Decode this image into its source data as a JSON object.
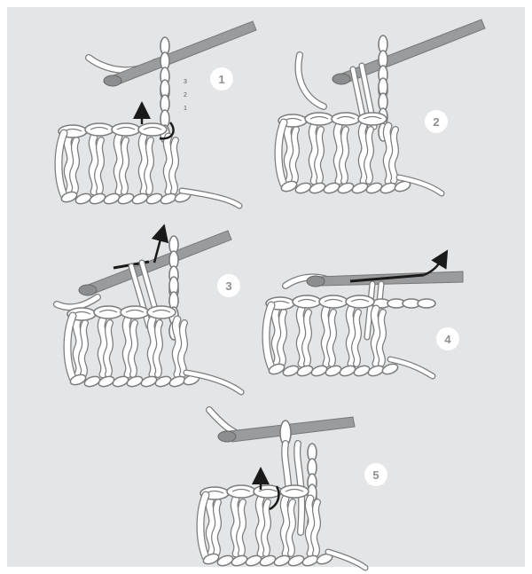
{
  "steps": [
    {
      "number": "1",
      "chain_counts": [
        "3",
        "2",
        "1"
      ]
    },
    {
      "number": "2"
    },
    {
      "number": "3"
    },
    {
      "number": "4"
    },
    {
      "number": "5"
    }
  ],
  "colors": {
    "background": "#e3e5e6",
    "yarn_fill": "#ffffff",
    "yarn_outline": "#7a7c7e",
    "hook": "#9a9b9c",
    "arrow": "#1a1a1a",
    "badge": "#ffffff",
    "badge_text": "#8d8f90"
  }
}
